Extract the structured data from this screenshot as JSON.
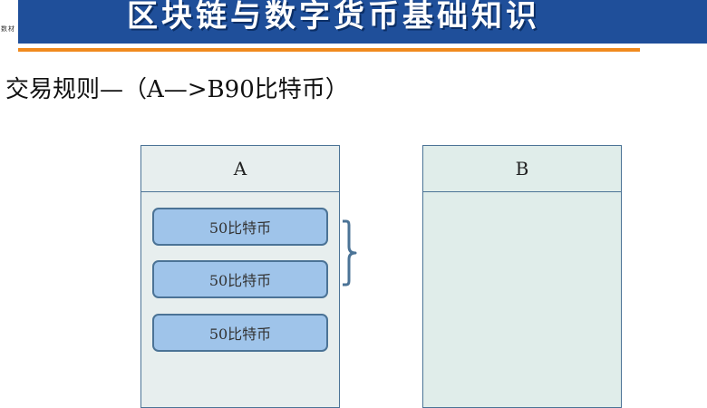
{
  "header": {
    "title": "区块链与数字货币基础知识",
    "logo_text": "数材"
  },
  "slide": {
    "subtitle": "交易规则—（A—>B90比特币）"
  },
  "accounts": [
    {
      "label": "A",
      "coins": [
        "50比特币",
        "50比特币",
        "50比特币"
      ]
    },
    {
      "label": "B",
      "coins": []
    }
  ],
  "colors": {
    "header_bg": "#1f4f9a",
    "accent_line": "#f08a1e",
    "coin_fill": "#9fc4ea",
    "border": "#4b7396"
  },
  "icons": [
    "brace-icon"
  ]
}
